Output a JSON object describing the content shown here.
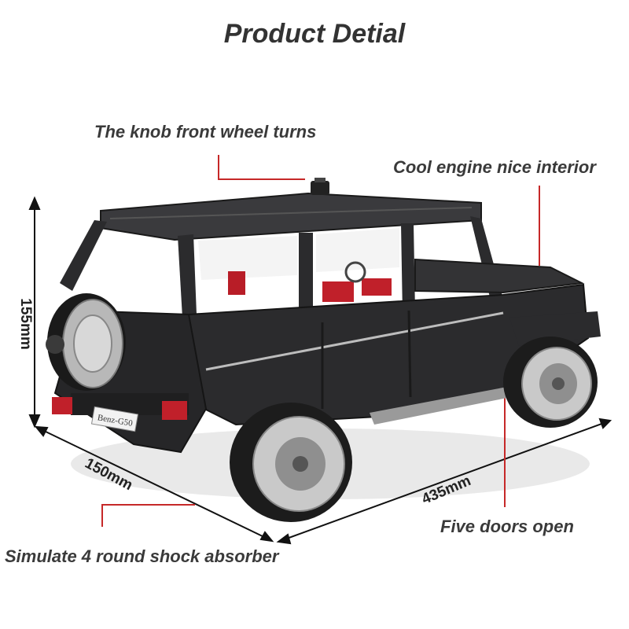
{
  "title": "Product Detial",
  "callouts": {
    "knob": "The knob front wheel turns",
    "engine": "Cool engine nice interior",
    "doors": "Five doors open",
    "shock": "Simulate 4 round shock absorber"
  },
  "dimensions": {
    "height": "155mm",
    "width": "150mm",
    "length": "435mm"
  },
  "plate_text": "Benz-G50",
  "colors": {
    "body": "#2b2b2d",
    "accent_red": "#c0202a",
    "leader_line": "#c62828",
    "text": "#3a3a3a"
  }
}
